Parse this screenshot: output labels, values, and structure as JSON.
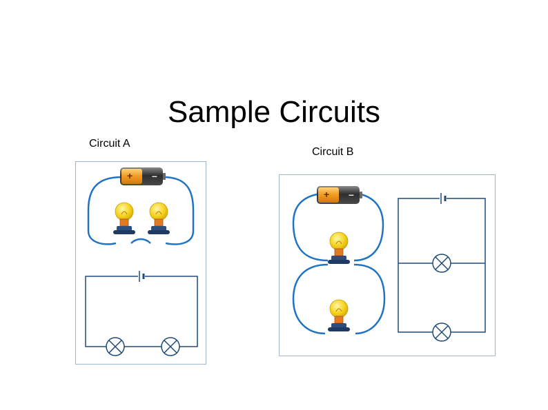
{
  "slide": {
    "title": "Sample Circuits"
  },
  "circuit_a": {
    "caption": "Circuit A",
    "battery": {
      "plus": "+",
      "minus": "–"
    }
  },
  "circuit_b": {
    "caption": "Circuit B",
    "battery": {
      "plus": "+",
      "minus": "–"
    }
  },
  "colors": {
    "wire": "#1f73c4",
    "schematic_wire": "#1e4a7a",
    "panel_border": "#9fb7cf",
    "bulb_glass": "#f6d21b",
    "bulb_base": "#e07b24",
    "bulb_socket": "#2c4e7e",
    "battery_body": "#3a3a3a",
    "battery_label": "#f0a030"
  }
}
